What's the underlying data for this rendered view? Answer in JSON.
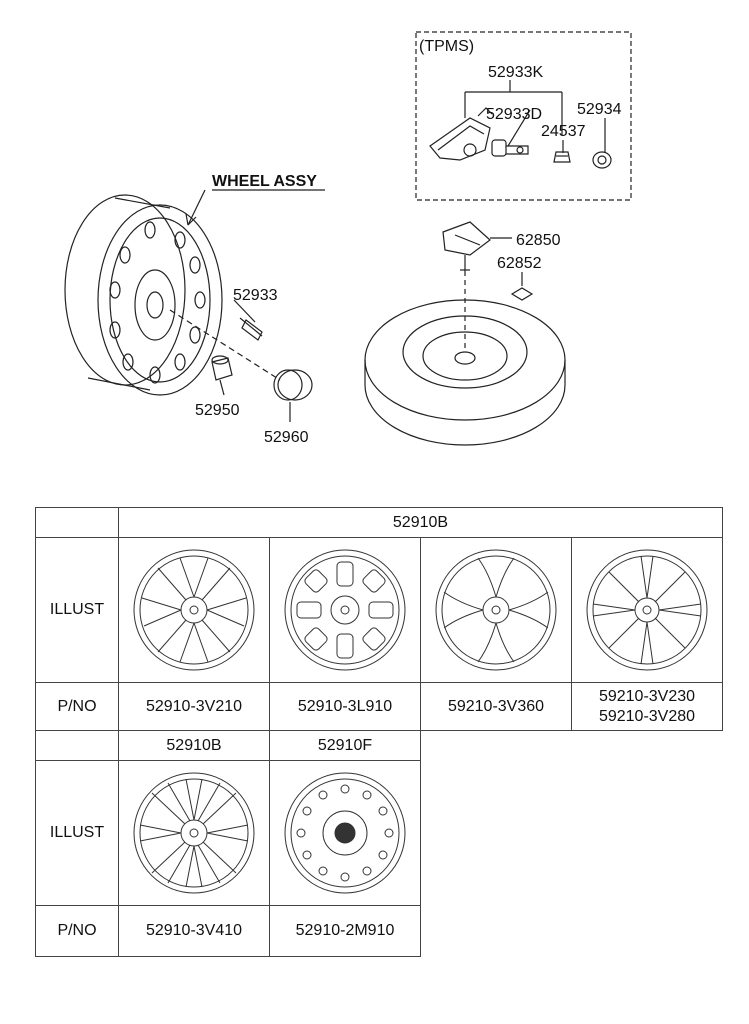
{
  "diagram": {
    "tpms_label": "(TPMS)",
    "wheel_assy_label": "WHEEL ASSY",
    "parts": {
      "p52933K": "52933K",
      "p52933D": "52933D",
      "p24537": "24537",
      "p52934": "52934",
      "p62850": "62850",
      "p62852": "62852",
      "p52933": "52933",
      "p52950": "52950",
      "p52960": "52960"
    }
  },
  "table": {
    "group_header_1": "52910B",
    "row_illust": "ILLUST",
    "row_pno": "P/NO",
    "pno_1": "52910-3V210",
    "pno_2": "52910-3L910",
    "pno_3": "59210-3V360",
    "pno_4a": "59210-3V230",
    "pno_4b": "59210-3V280",
    "header_5": "52910B",
    "header_6": "52910F",
    "pno_5": "52910-3V410",
    "pno_6": "52910-2M910"
  }
}
